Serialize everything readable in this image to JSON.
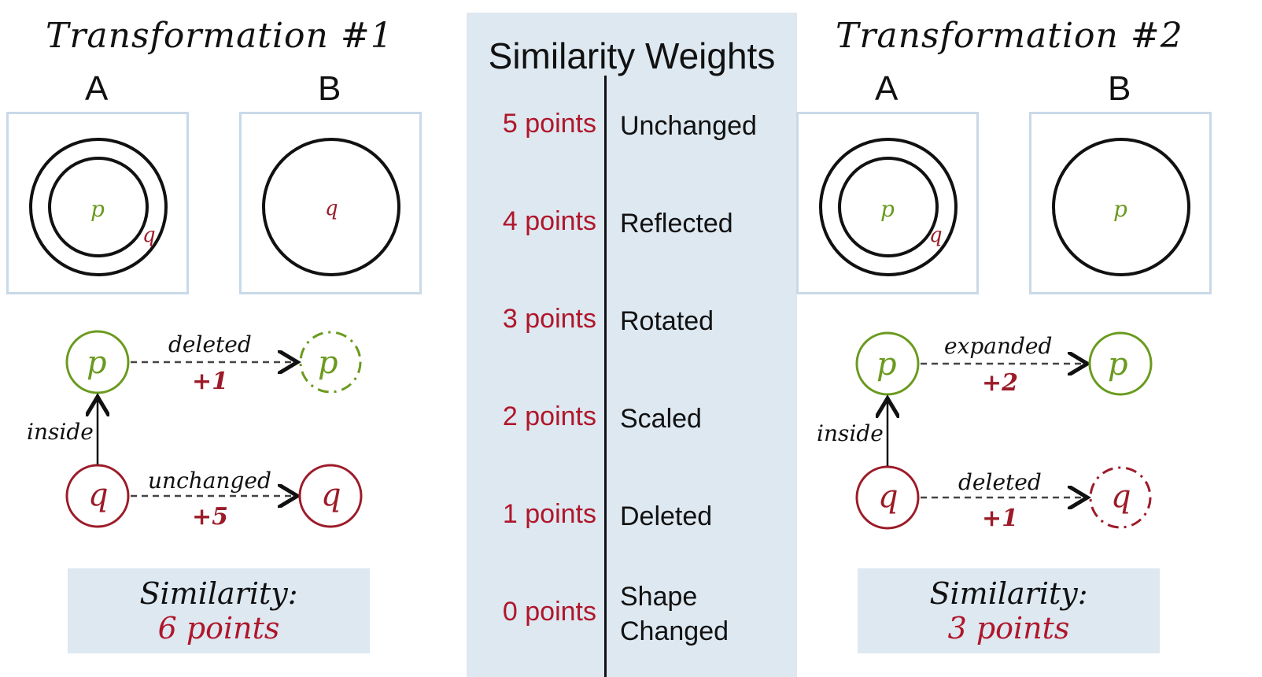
{
  "transformation1": {
    "title": "Transformation #1",
    "frame_a_label": "A",
    "frame_b_label": "B",
    "shape_a_outer_label": "q",
    "shape_a_inner_label": "p",
    "shape_b_label": "q",
    "graph": {
      "node_p": "p",
      "node_q": "q",
      "node_p_result": "p",
      "node_q_result": "q",
      "relation": "inside",
      "p_transform": "deleted",
      "p_score": "+1",
      "q_transform": "unchanged",
      "q_score": "+5"
    },
    "similarity_label": "Similarity:",
    "similarity_value": "6 points"
  },
  "weights": {
    "title": "Similarity Weights",
    "rows": [
      {
        "points": "5 points",
        "label": "Unchanged"
      },
      {
        "points": "4 points",
        "label": "Reflected"
      },
      {
        "points": "3 points",
        "label": "Rotated"
      },
      {
        "points": "2 points",
        "label": "Scaled"
      },
      {
        "points": "1 points",
        "label": "Deleted"
      },
      {
        "points": "0 points",
        "label": "Shape Changed"
      }
    ]
  },
  "transformation2": {
    "title": "Transformation #2",
    "frame_a_label": "A",
    "frame_b_label": "B",
    "shape_a_outer_label": "q",
    "shape_a_inner_label": "p",
    "shape_b_label": "p",
    "graph": {
      "node_p": "p",
      "node_q": "q",
      "node_p_result": "p",
      "node_q_result": "q",
      "relation": "inside",
      "p_transform": "expanded",
      "p_score": "+2",
      "q_transform": "deleted",
      "q_score": "+1"
    },
    "similarity_label": "Similarity:",
    "similarity_value": "3 points"
  },
  "colors": {
    "green": "#6a9a1e",
    "red": "#9c1b28",
    "panel": "#dde8f1",
    "frame_border": "#c9d9e8"
  }
}
